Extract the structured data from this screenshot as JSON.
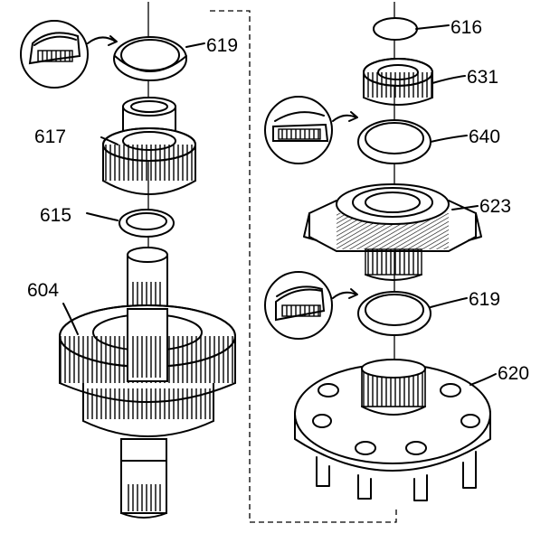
{
  "diagram": {
    "callouts": [
      {
        "id": "c616",
        "text": "616"
      },
      {
        "id": "c631",
        "text": "631"
      },
      {
        "id": "c619a",
        "text": "619"
      },
      {
        "id": "c617",
        "text": "617"
      },
      {
        "id": "c640",
        "text": "640"
      },
      {
        "id": "c615",
        "text": "615"
      },
      {
        "id": "c623",
        "text": "623"
      },
      {
        "id": "c604",
        "text": "604"
      },
      {
        "id": "c619b",
        "text": "619"
      },
      {
        "id": "c620",
        "text": "620"
      }
    ]
  }
}
